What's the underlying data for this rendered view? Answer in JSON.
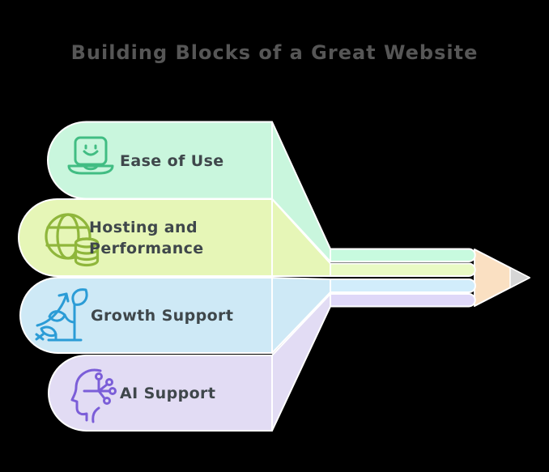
{
  "title": "Building Blocks of a Great Website",
  "diagram": {
    "type": "pencil-feather-blocks",
    "description": "Four rounded blocks converge into a pencil pointing right",
    "blocks": [
      {
        "label": "Ease of Use",
        "icon": "laptop-smiley-icon",
        "fill": "#c9f6dd",
        "stripe_fill": "#c8fadf",
        "icon_color": "#41bd83"
      },
      {
        "label": "Hosting and Performance",
        "icon": "globe-database-icon",
        "fill": "#e6f6b7",
        "stripe_fill": "#e9fac4",
        "icon_color": "#8fb63b"
      },
      {
        "label": "Growth Support",
        "icon": "plant-growth-icon",
        "fill": "#cee9f6",
        "stripe_fill": "#d2edfb",
        "icon_color": "#2b9cd6"
      },
      {
        "label": "AI Support",
        "icon": "head-circuit-icon",
        "fill": "#e2dcf4",
        "stripe_fill": "#dfd8f8",
        "icon_color": "#7b5ed8"
      }
    ],
    "pencil": {
      "wood_color": "#fae0c2",
      "lead_color": "#d6d6d6"
    }
  },
  "colors": {
    "background": "#000000",
    "title_text": "#565656",
    "label_text": "#3f474b",
    "outline": "#ffffff"
  }
}
